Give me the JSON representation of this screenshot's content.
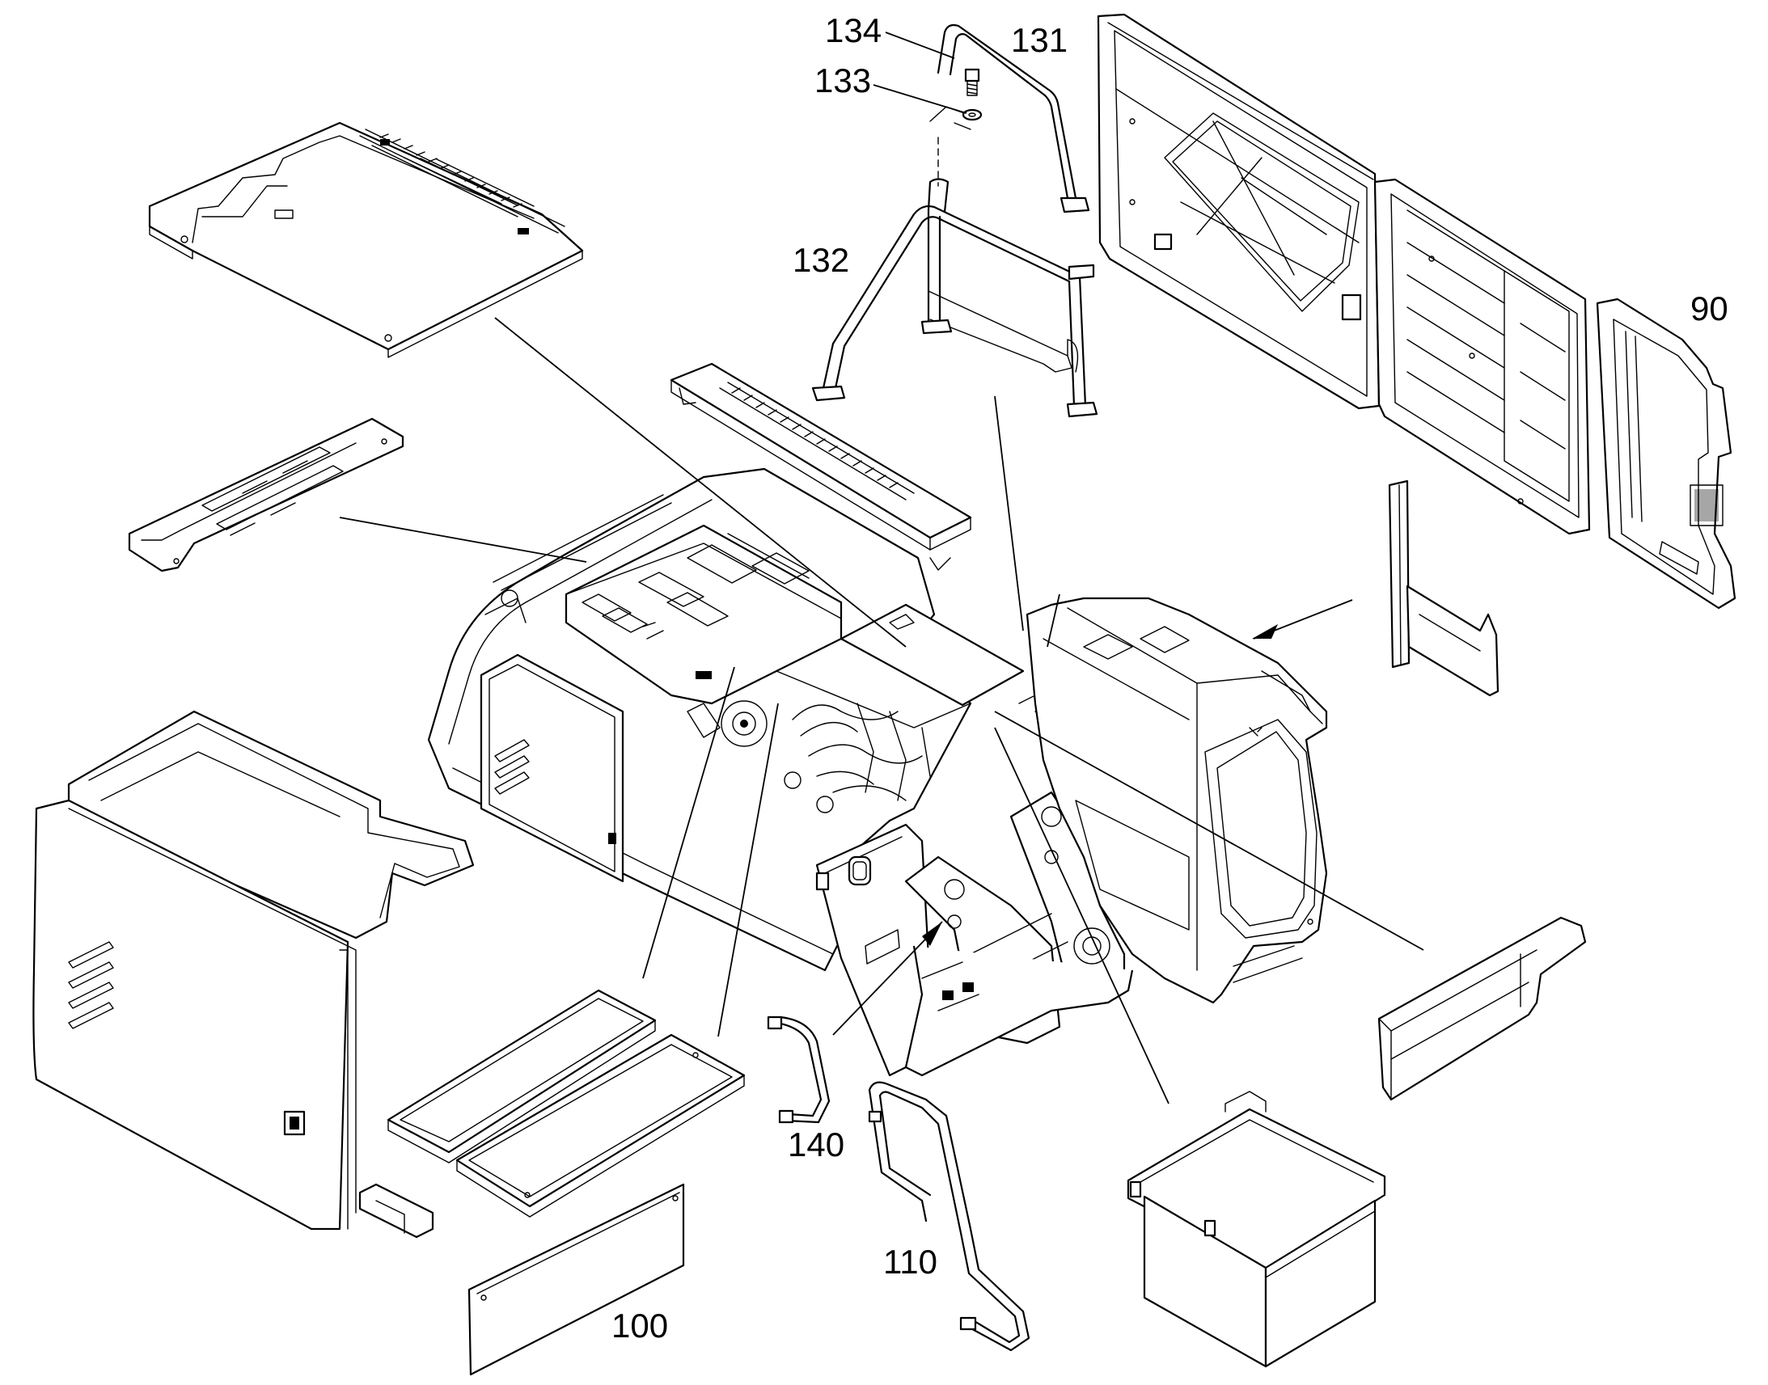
{
  "diagram": {
    "callouts": [
      {
        "id": "c134",
        "text": "134"
      },
      {
        "id": "c133",
        "text": "133"
      },
      {
        "id": "c131",
        "text": "131"
      },
      {
        "id": "c132",
        "text": "132"
      },
      {
        "id": "c90",
        "text": "90"
      },
      {
        "id": "c140",
        "text": "140"
      },
      {
        "id": "c110",
        "text": "110"
      },
      {
        "id": "c100",
        "text": "100"
      }
    ]
  }
}
